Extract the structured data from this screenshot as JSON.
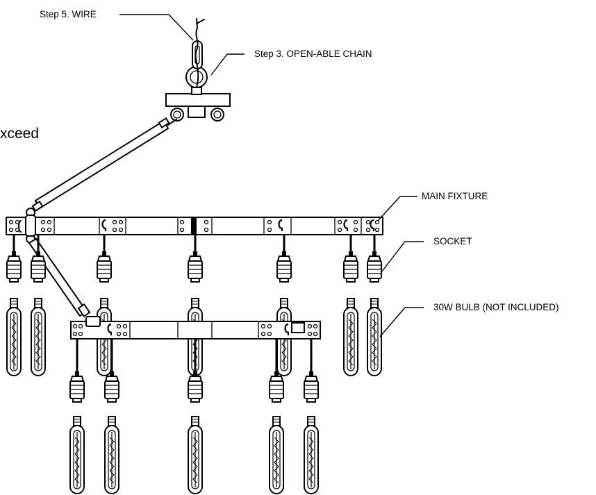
{
  "callouts": {
    "wire": "Step 5. WIRE",
    "chain": "Step 3. OPEN-ABLE CHAIN",
    "main_fixture": "MAIN FIXTURE",
    "socket": "SOCKET",
    "bulb": "30W BULB (NOT INCLUDED)"
  },
  "side_text": "xceed",
  "colors": {
    "ink": "#000000",
    "background": "#ffffff"
  }
}
